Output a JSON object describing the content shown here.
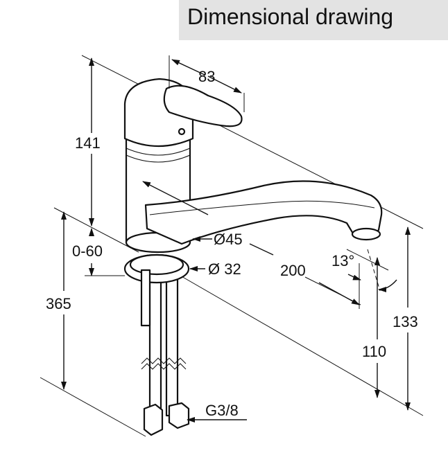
{
  "title": "Dimensional drawing",
  "dimensions": {
    "handle_width": "83",
    "body_height": "141",
    "counter_thickness": "0-60",
    "hose_length": "365",
    "diameter_body": "Ø45",
    "diameter_base": "Ø 32",
    "spout_reach": "200",
    "spout_angle": "13°",
    "spout_height": "133",
    "outlet_height": "110",
    "thread": "G3/8"
  }
}
